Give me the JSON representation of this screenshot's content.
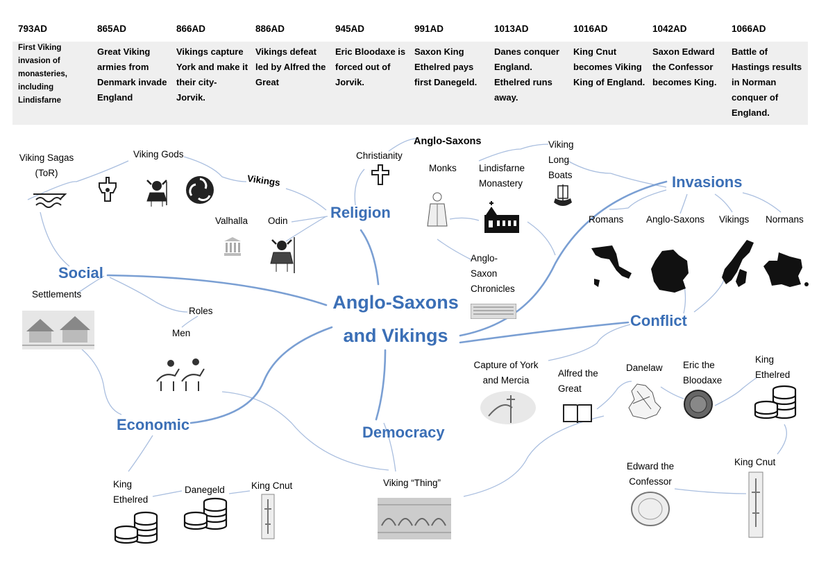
{
  "timeline": [
    {
      "year": "793AD",
      "event": "First Viking invasion of monasteries, including Lindisfarne"
    },
    {
      "year": "865AD",
      "event": "Great Viking armies from Denmark invade England"
    },
    {
      "year": "866AD",
      "event": "Vikings capture York and make it their city- Jorvik."
    },
    {
      "year": "886AD",
      "event": "Vikings defeat led  by Alfred the Great"
    },
    {
      "year": "945AD",
      "event": "Eric Bloodaxe is forced out of Jorvik."
    },
    {
      "year": "991AD",
      "event": "Saxon King Ethelred pays first Danegeld."
    },
    {
      "year": "1013AD",
      "event": "Danes conquer England. Ethelred runs away."
    },
    {
      "year": "1016AD",
      "event": "King Cnut becomes Viking King of England."
    },
    {
      "year": "1042AD",
      "event": "Saxon Edward the Confessor becomes King."
    },
    {
      "year": "1066AD",
      "event": "Battle of Hastings results in Norman conquer of England."
    }
  ],
  "center": {
    "line1": "Anglo-Saxons",
    "line2": "and Vikings"
  },
  "hubs": {
    "religion": "Religion",
    "social": "Social",
    "invasions": "Invasions",
    "conflict": "Conflict",
    "economic": "Economic",
    "democracy": "Democracy"
  },
  "labels": {
    "viking_sagas": "Viking Sagas (ToR)",
    "viking_gods": "Viking Gods",
    "vikings_rel": "Vikings",
    "valhalla": "Valhalla",
    "odin": "Odin",
    "christianity": "Christianity",
    "anglo_saxons_rel": "Anglo-Saxons",
    "monks": "Monks",
    "lindisfarne": "Lindisfarne Monastery",
    "long_boats": "Viking Long Boats",
    "chronicles": "Anglo- Saxon Chronicles",
    "settlements": "Settlements",
    "roles": "Roles",
    "men": "Men",
    "romans": "Romans",
    "anglo_saxons_inv": "Anglo-Saxons",
    "vikings_inv": "Vikings",
    "normans": "Normans",
    "york_mercia": "Capture of York and Mercia",
    "alfred": "Alfred the Great",
    "danelaw": "Danelaw",
    "eric": "Eric the Bloodaxe",
    "ethelred_conf": "King Ethelred",
    "cnut_conf": "King Cnut",
    "edward": "Edward the Confessor",
    "ethelred_econ": "King Ethelred",
    "danegeld": "Danegeld",
    "cnut_econ": "King Cnut",
    "thing": "Viking “Thing”"
  },
  "icons": [
    "longship-wave-icon",
    "thor-hammer-icon",
    "viking-warrior-icon",
    "triskelion-icon",
    "temple-icon",
    "odin-icon",
    "christian-cross-icon",
    "monk-icon",
    "church-icon",
    "longboat-icon",
    "scroll-text-icon",
    "village-icon",
    "horsemen-icon",
    "italy-map-icon",
    "germany-map-icon",
    "scandinavia-map-icon",
    "france-map-icon",
    "battle-sketch-icon",
    "book-icon",
    "danelaw-map-icon",
    "coin-icon",
    "coin-stack-icon",
    "cnut-figure-icon",
    "seal-icon",
    "tapestry-icon"
  ],
  "colors": {
    "accent": "#3b6fb6",
    "band": "#efefef"
  }
}
